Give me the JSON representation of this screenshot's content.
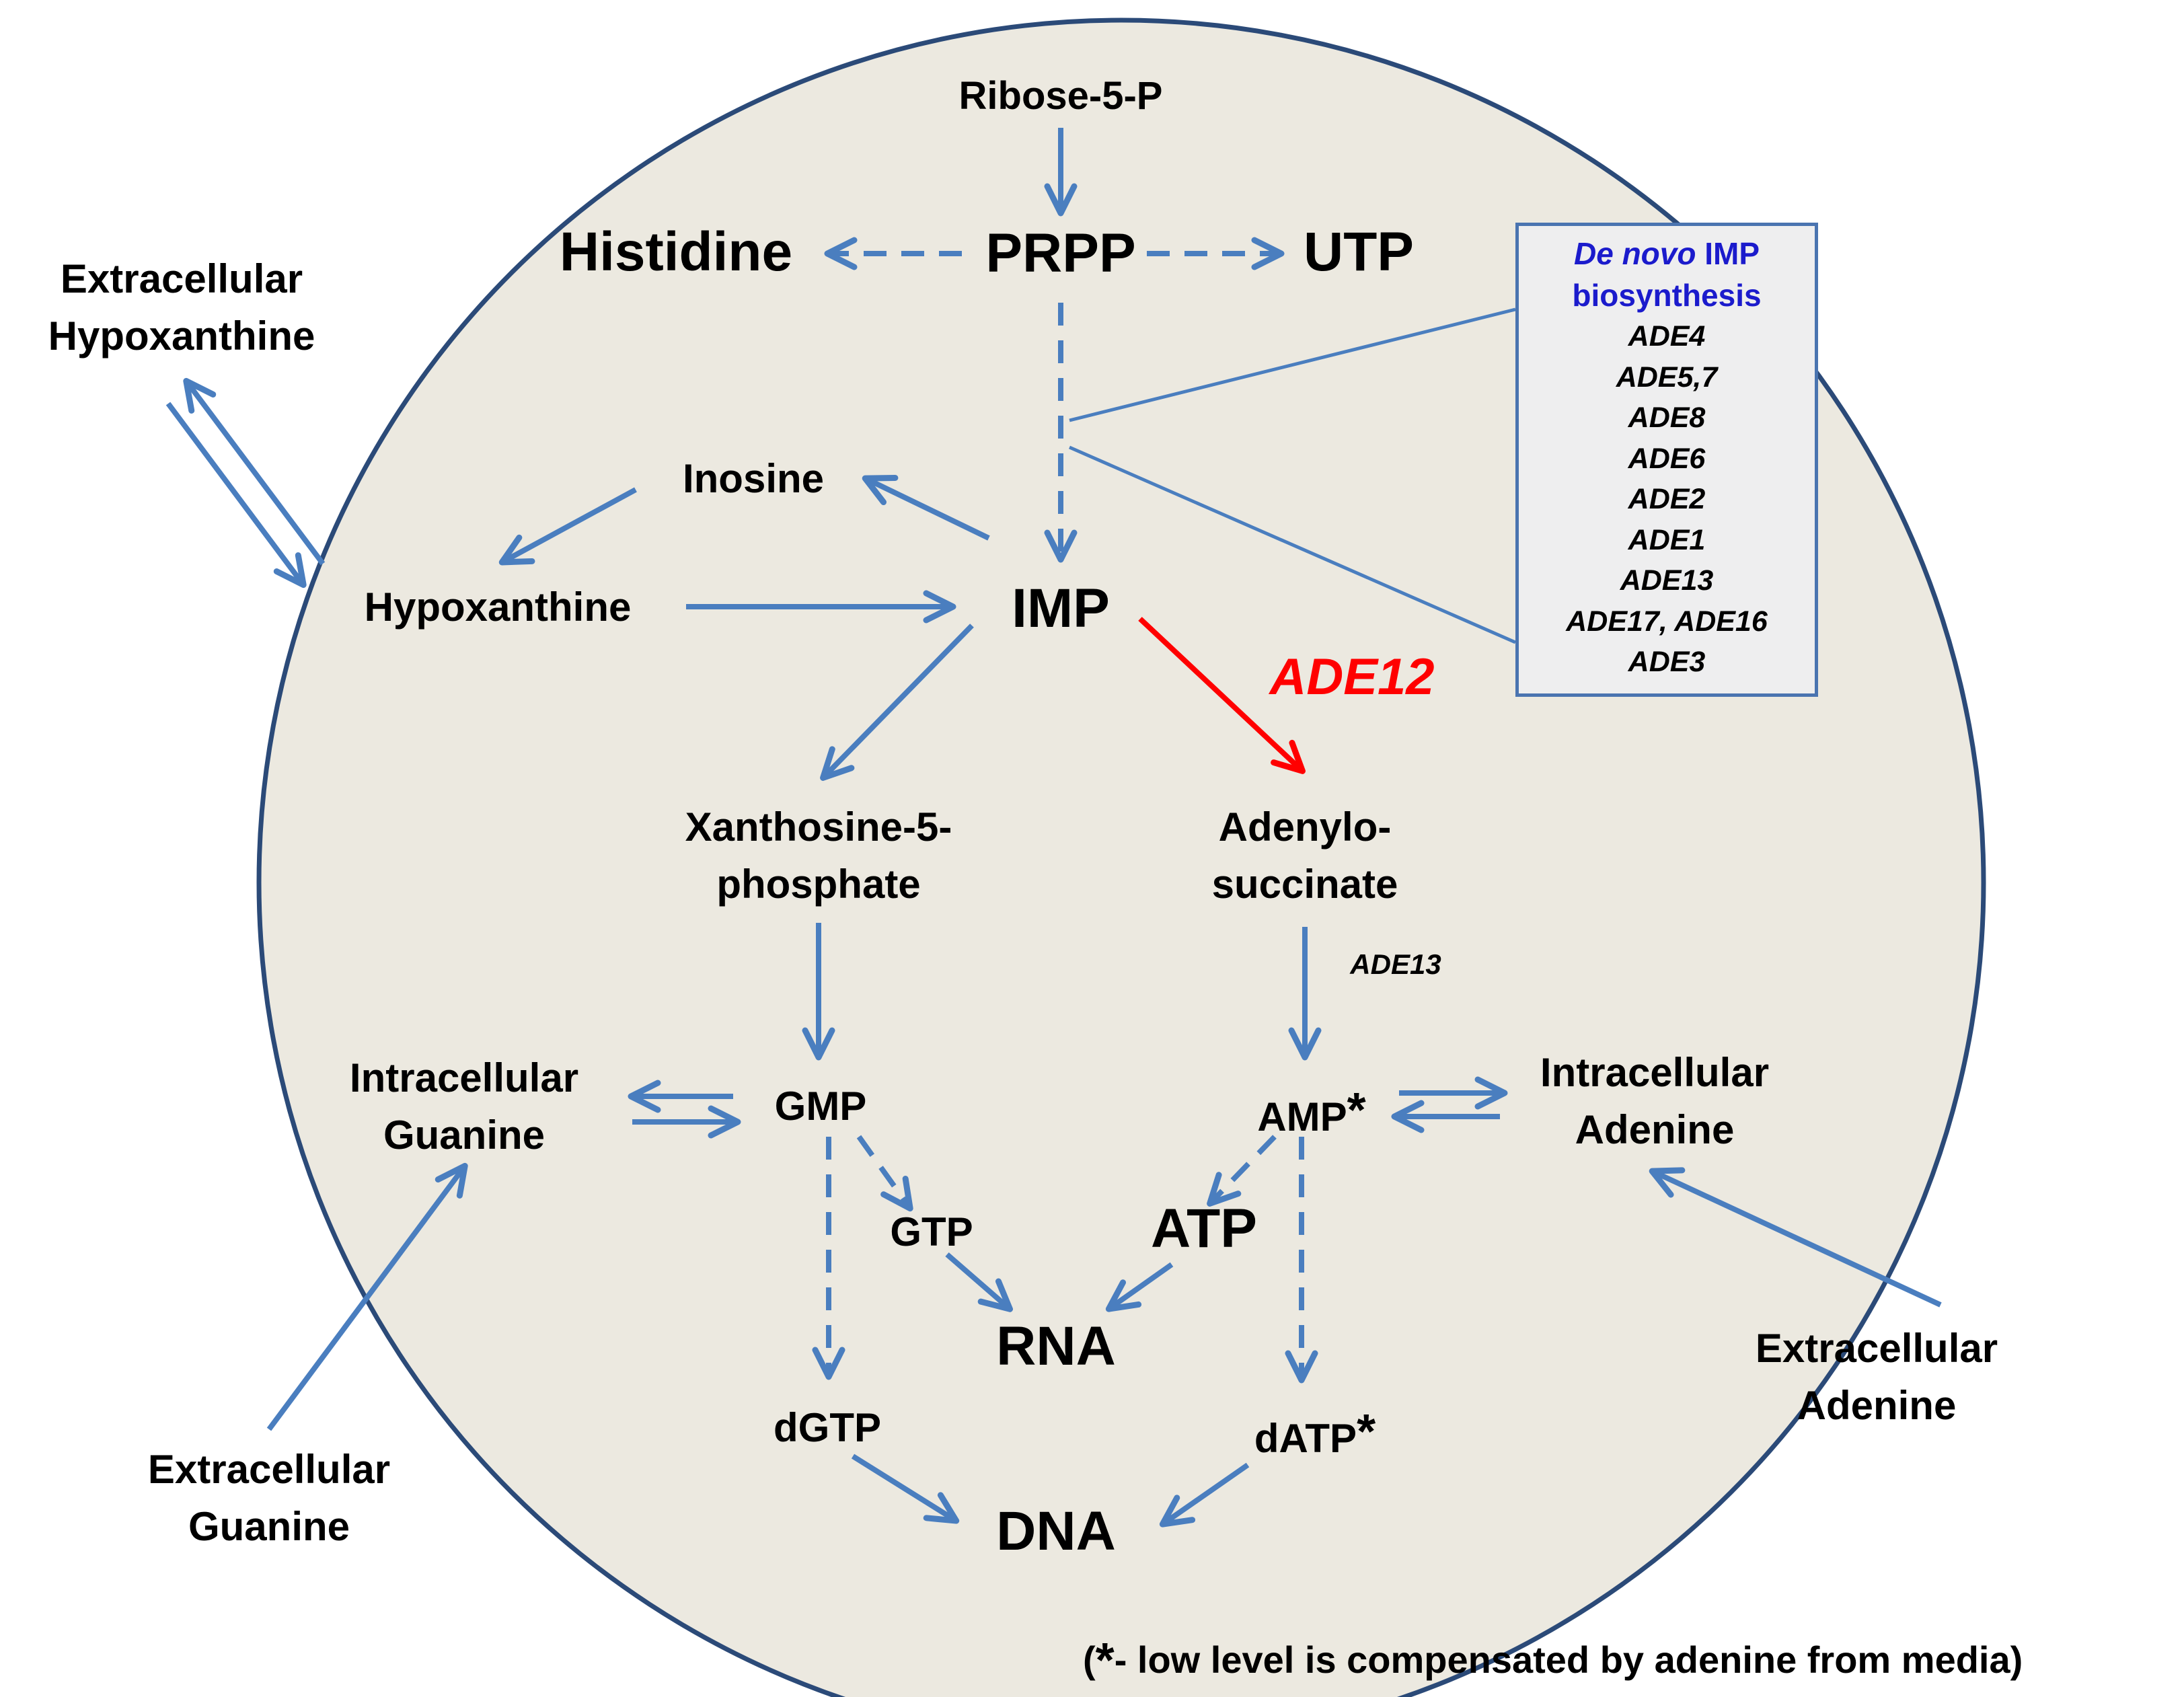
{
  "colors": {
    "cell_fill": "#ece9e0",
    "cell_border": "#2b4a78",
    "arrow": "#4a7ebf",
    "highlight": "#ff0000",
    "box_header": "#1b1bcc"
  },
  "metabolites": {
    "ribose5p": "Ribose-5-P",
    "histidine": "Histidine",
    "prpp": "PRPP",
    "utp": "UTP",
    "inosine": "Inosine",
    "hypoxanthine": "Hypoxanthine",
    "imp": "IMP",
    "xmp_line1": "Xanthosine-5-",
    "xmp_line2": "phosphate",
    "adenylo_line1": "Adenylo-",
    "adenylo_line2": "succinate",
    "gmp": "GMP",
    "gtp": "GTP",
    "dgtp": "dGTP",
    "amp": "AMP",
    "atp": "ATP",
    "datp": "dATP",
    "rna": "RNA",
    "dna": "DNA",
    "asterisk": "*"
  },
  "compartments": {
    "ext_hypoxanthine_line1": "Extracellular",
    "ext_hypoxanthine_line2": "Hypoxanthine",
    "ext_guanine_line1": "Extracellular",
    "ext_guanine_line2": "Guanine",
    "ext_adenine_line1": "Extracellular",
    "ext_adenine_line2": "Adenine",
    "int_guanine_line1": "Intracellular",
    "int_guanine_line2": "Guanine",
    "int_adenine_line1": "Intracellular",
    "int_adenine_line2": "Adenine"
  },
  "enzymes": {
    "ade12": "ADE12",
    "ade13": "ADE13"
  },
  "denovo_box": {
    "title_italic": "De novo",
    "title_rest": " IMP",
    "title_line2": "biosynthesis",
    "genes": [
      "ADE4",
      "ADE5,7",
      "ADE8",
      "ADE6",
      "ADE2",
      "ADE1",
      "ADE13",
      "ADE17, ADE16",
      "ADE3"
    ]
  },
  "footnote": {
    "open": "(",
    "star": "*",
    "text": "- low level is compensated by adenine from media)"
  }
}
